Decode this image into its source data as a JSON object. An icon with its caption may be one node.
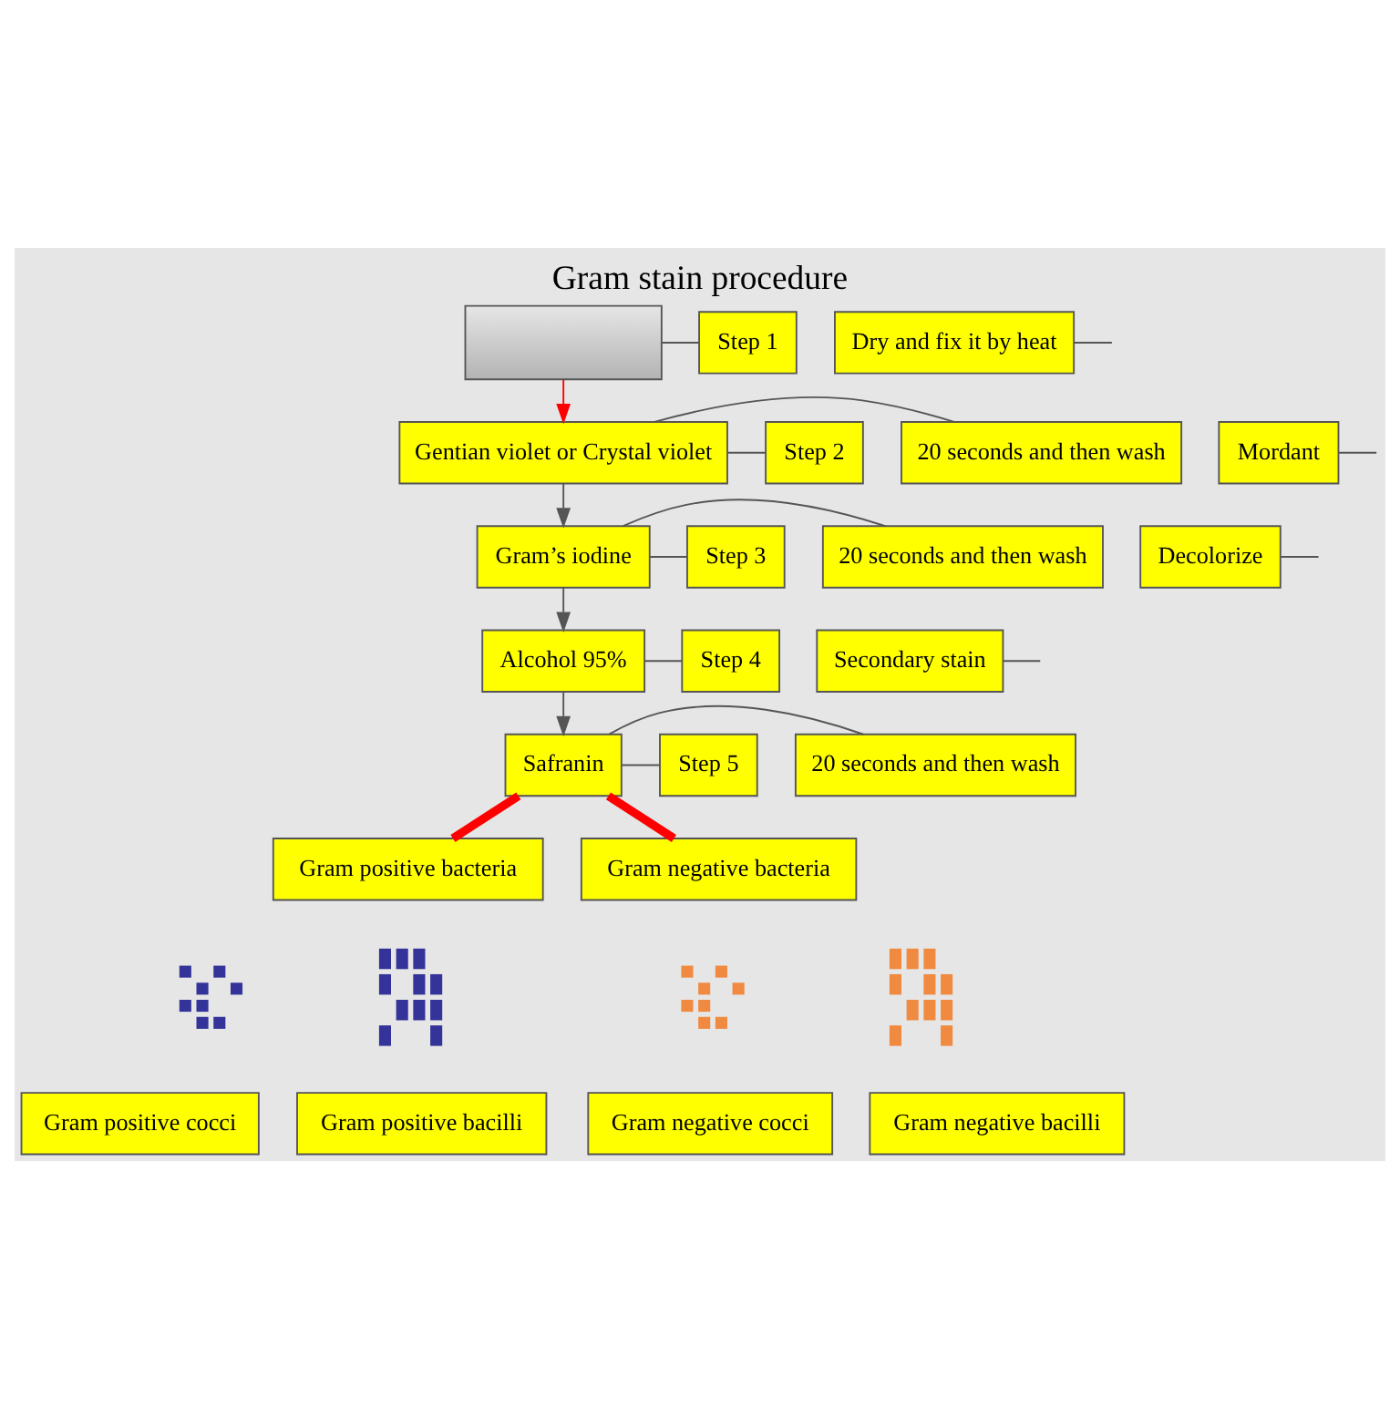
{
  "diagram": {
    "title": "Gram stain procedure",
    "nodes": [
      {
        "text": [],
        "shape": "box"
      },
      {
        "text": [
          "Step 1"
        ]
      },
      {
        "text": [
          "Dry and fix it by heat"
        ]
      },
      {
        "text": [
          "Gentian violet or Crystal violet"
        ]
      },
      {
        "text": [
          "Step 2"
        ]
      },
      {
        "text": [
          "20 seconds and then wash"
        ]
      },
      {
        "text": [
          "Mordant"
        ]
      },
      {
        "text": [
          "Gram’s iodine"
        ]
      },
      {
        "text": [
          "Step 3"
        ]
      },
      {
        "text": [
          "20 seconds and then wash"
        ]
      },
      {
        "text": [
          "Decolorize"
        ]
      },
      {
        "text": [
          "Alcohol 95%"
        ]
      },
      {
        "text": [
          "Step 4"
        ]
      },
      {
        "text": [
          "Secondary stain"
        ]
      },
      {
        "text": [
          "Safranin"
        ]
      },
      {
        "text": [
          "Step 5"
        ]
      },
      {
        "text": [
          "20 seconds and then wash"
        ]
      },
      {
        "text": [
          "Gram positive bacteria"
        ]
      },
      {
        "text": [
          "Gram negative bacteria"
        ]
      },
      {
        "text": [],
        "shape": "picture"
      },
      {
        "text": [],
        "shape": "picture"
      },
      {
        "text": [],
        "shape": "picture"
      },
      {
        "text": [],
        "shape": "picture"
      },
      {
        "text": [
          "Gram positive cocci"
        ]
      },
      {
        "text": [
          "Gram positive bacilli"
        ]
      },
      {
        "text": [
          "Gram negative cocci"
        ]
      },
      {
        "text": [
          "Gram negative bacilli"
        ]
      }
    ],
    "edges": [
      {
        "from": 1,
        "to": 0,
        "arrow": "none"
      },
      {
        "from": 0,
        "to": 3,
        "arrow": "to",
        "color": "#ff0000"
      },
      {
        "from": 2,
        "to": null,
        "arrow": "none"
      },
      {
        "from": 4,
        "to": 3,
        "arrow": "none"
      },
      {
        "from": 5,
        "to": 3,
        "arrow": "none"
      },
      {
        "from": 3,
        "to": 7,
        "arrow": "to"
      },
      {
        "from": 6,
        "to": null,
        "arrow": "none"
      },
      {
        "from": 8,
        "to": 7,
        "arrow": "none"
      },
      {
        "from": 9,
        "to": 7,
        "arrow": "none"
      },
      {
        "from": 7,
        "to": 11,
        "arrow": "to"
      },
      {
        "from": 10,
        "to": null,
        "arrow": "none"
      },
      {
        "from": 12,
        "to": 11,
        "arrow": "none"
      },
      {
        "from": 11,
        "to": 14,
        "arrow": "to"
      },
      {
        "from": 13,
        "to": null,
        "arrow": "none"
      },
      {
        "from": 15,
        "to": 14,
        "arrow": "none"
      },
      {
        "from": 16,
        "to": 14,
        "arrow": "none"
      },
      {
        "from": 14,
        "to": 17,
        "arrow": "none",
        "style": "thick",
        "color": "#ff0000"
      },
      {
        "from": 14,
        "to": 18,
        "arrow": "none",
        "style": "thick",
        "color": "#ff0000"
      }
    ]
  }
}
